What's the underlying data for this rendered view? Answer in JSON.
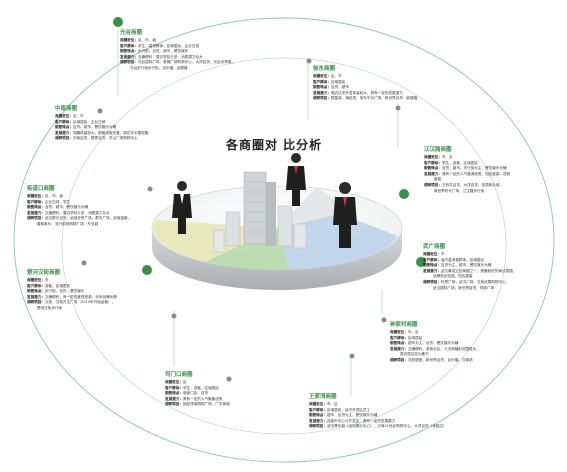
{
  "title": "各商圈对 比分析",
  "colors": {
    "accent": "#3a8f4a",
    "ring": "#8cc7a6",
    "pie_yellow": "#e6e7b8",
    "pie_blue": "#bcd3ea",
    "pie_green": "#a9d59b",
    "pie_grey": "#e2e4e6"
  },
  "districts": [
    {
      "key": "guanggu",
      "name": "光谷商圈",
      "rows": [
        {
          "label": "商圈定位：",
          "text": "区、市、级"
        },
        {
          "label": "客户群体：",
          "text": "学生、高校教师、区域居民、企业白领"
        },
        {
          "label": "销售特点：",
          "text": "步行街、百货、超市、餐饮娱乐"
        },
        {
          "label": "发展潜力：",
          "text": "交通便利，周边学校众多，消费潜力巨大"
        },
        {
          "label": "调研项目：",
          "text": "光谷国际广场，鲁巷广场购物中心，大洋百货，光谷世界城，"
        },
        {
          "label": "",
          "text": "光谷步行街步行街，百乐福、武德福"
        }
      ]
    },
    {
      "key": "xudong",
      "name": "徐东商圈",
      "rows": [
        {
          "label": "商圈定位：",
          "text": "区、市"
        },
        {
          "label": "客户群体：",
          "text": "区域居民"
        },
        {
          "label": "销售特点：",
          "text": "百货、超市"
        },
        {
          "label": "发展潜力：",
          "text": "周边住宅开发体量较大，具有一定的发展潜力"
        },
        {
          "label": "调研项目：",
          "text": "群星城、销品茂、徐东平价广场、新世界百货、欧德福"
        }
      ]
    },
    {
      "key": "zhongnan",
      "name": "中南商圈",
      "rows": [
        {
          "label": "商圈定位：",
          "text": "区、市"
        },
        {
          "label": "客户群体：",
          "text": "区域居民、企业白领"
        },
        {
          "label": "销售特点：",
          "text": "百货、超市、餐饮娱乐为辅"
        },
        {
          "label": "发展潜力：",
          "text": "规模体量较大，配套设施完善，周边写字楼密集"
        },
        {
          "label": "调研项目：",
          "text": "中商百货、银泰百货、洪山广场购物中心"
        }
      ]
    },
    {
      "key": "jianghanlu",
      "name": "江汉路商圈",
      "rows": [
        {
          "label": "商圈定位：",
          "text": "市、区"
        },
        {
          "label": "客户群体：",
          "text": "学生、游客、区域居民"
        },
        {
          "label": "销售特点：",
          "text": "百货、超市、步行街为主，餐饮娱乐为辅"
        },
        {
          "label": "发展潜力：",
          "text": "具有一定的人气普调优势，知名度高，成熟"
        },
        {
          "label": "",
          "text": "度高"
        },
        {
          "label": "调研项目：",
          "text": "王府井百货、大洋百货、佳丽商业城、"
        },
        {
          "label": "",
          "text": "新世界时代广场、江汉路步行街"
        }
      ]
    },
    {
      "key": "jiedaokou",
      "name": "街道口商圈",
      "rows": [
        {
          "label": "商圈定位：",
          "text": "区、市、级"
        },
        {
          "label": "客户群体：",
          "text": "企业白领、学生"
        },
        {
          "label": "销售特点：",
          "text": "百货、超市、餐饮娱乐为辅"
        },
        {
          "label": "发展潜力：",
          "text": "交通便利，周边学校众多，消费潜力巨大"
        },
        {
          "label": "调研项目：",
          "text": "武汉群光百货、武商亚贸广场、群光广场、武商量贩、"
        },
        {
          "label": "",
          "text": "春和家乐、流行前线购物广场、东亚城"
        }
      ]
    },
    {
      "key": "wuguang",
      "name": "武广商圈",
      "rows": [
        {
          "label": "商圈定位：",
          "text": "市"
        },
        {
          "label": "客户群体：",
          "text": "省内高消费群体、区域居民"
        },
        {
          "label": "销售特点：",
          "text": "百货为主，超市、餐饮娱乐为辅"
        },
        {
          "label": "发展潜力：",
          "text": "武汉最发达的商圈之一，具备较好的商业氛围，"
        },
        {
          "label": "",
          "text": "品牌效应较强，知名度高"
        },
        {
          "label": "调研项目：",
          "text": "世贸广场，武汉广场，汉商武展购物中心，"
        },
        {
          "label": "",
          "text": "武汉国际广场，新世界百货，领秀广场"
        }
      ]
    },
    {
      "key": "chuhehanjie",
      "name": "楚河汉街商圈",
      "rows": [
        {
          "label": "商圈定位：",
          "text": "市"
        },
        {
          "label": "客户群体：",
          "text": "游客、区域居民"
        },
        {
          "label": "销售特点：",
          "text": "步行街、百货、餐饮娱乐"
        },
        {
          "label": "发展潜力：",
          "text": "交通便利，有一定的景观资源，未来品牌优势"
        },
        {
          "label": "调研项目：",
          "text": "汉街、汉街万达广场（2015年开始运营）、"
        },
        {
          "label": "",
          "text": "楚河汉街步行街"
        }
      ]
    },
    {
      "key": "zhongjiacun",
      "name": "钟家村商圈",
      "rows": [
        {
          "label": "商圈定位：",
          "text": "市、区"
        },
        {
          "label": "客户群体：",
          "text": "区域居民"
        },
        {
          "label": "销售特点：",
          "text": "超市为主，百货、餐饮娱乐为辅"
        },
        {
          "label": "发展潜力：",
          "text": "交通便利，老商业区，人流和辐射范围较大，"
        },
        {
          "label": "",
          "text": "周边居住较为集中"
        },
        {
          "label": "调研项目：",
          "text": "汉阳银座、新世界百货、百乐福、汉商场"
        }
      ]
    },
    {
      "key": "simenkou",
      "name": "司门口商圈",
      "rows": [
        {
          "label": "商圈定位：",
          "text": "区"
        },
        {
          "label": "客户群体：",
          "text": "学生、游客、区域居民"
        },
        {
          "label": "销售特点：",
          "text": "临街门店、百货"
        },
        {
          "label": "发展潜力：",
          "text": "具有一定的人气聚集优势"
        },
        {
          "label": "调研项目：",
          "text": "销品茂城购物广场、广东商城"
        }
      ]
    },
    {
      "key": "wangjiawan",
      "name": "王家湾商圈",
      "rows": [
        {
          "label": "商圈定位：",
          "text": "市、区"
        },
        {
          "label": "客户群体：",
          "text": "区域居民、经济开发区员工"
        },
        {
          "label": "销售特点：",
          "text": "超市、百货为主，餐饮娱乐为辅"
        },
        {
          "label": "发展潜力：",
          "text": "连接市中心与开发区，具有一定的发展潜力"
        },
        {
          "label": "调研项目：",
          "text": "武汉摩尔城（活动展示中心）、汉商21世纪购物中心、大洋百货（龙阳店）"
        }
      ]
    }
  ]
}
